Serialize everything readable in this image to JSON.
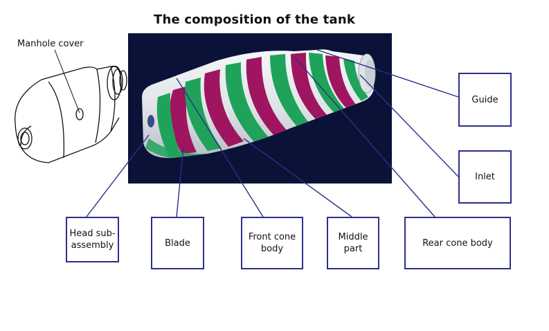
{
  "title": "The composition of the tank",
  "labels": {
    "manhole_cover": "Manhole cover",
    "guide": "Guide",
    "inlet": "Inlet",
    "head_subassembly": "Head sub-assembly",
    "blade": "Blade",
    "front_cone_body": "Front cone body",
    "middle_part": "Middle part",
    "rear_cone_body": "Rear cone body"
  },
  "colors": {
    "panel_background": "#0a1238",
    "tank_shell": "#e9ecef",
    "blade_green": "#1fa35a",
    "blade_magenta": "#a0155f",
    "leader_line": "#2b2f88"
  }
}
